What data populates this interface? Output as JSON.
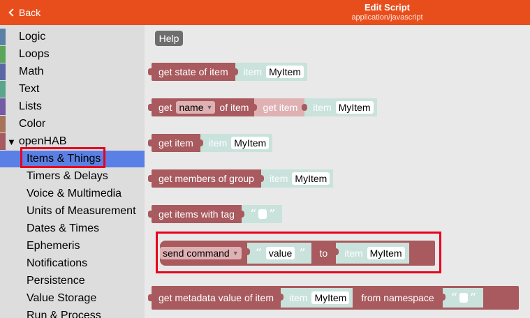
{
  "header": {
    "back_label": "Back",
    "title": "Edit Script",
    "subtitle": "application/javascript",
    "bg_color": "#e84e1c"
  },
  "sidebar": {
    "categories": [
      {
        "label": "Logic",
        "color": "#5b80a5"
      },
      {
        "label": "Loops",
        "color": "#5ba55b"
      },
      {
        "label": "Math",
        "color": "#5b67a5"
      },
      {
        "label": "Text",
        "color": "#5ba58c"
      },
      {
        "label": "Lists",
        "color": "#745ba5"
      },
      {
        "label": "Color",
        "color": "#a5745b"
      },
      {
        "label": "openHAB",
        "color": "#a55b5f"
      }
    ],
    "subcategories": [
      "Items & Things",
      "Timers & Delays",
      "Voice & Multimedia",
      "Units of Measurement",
      "Dates & Times",
      "Ephemeris",
      "Notifications",
      "Persistence",
      "Value Storage",
      "Run & Process"
    ],
    "selected": "Items & Things",
    "selected_color": "#5b80e5"
  },
  "workspace": {
    "help_label": "Help",
    "blocks": {
      "get_state": {
        "label": "get state of item",
        "item_kw": "item",
        "item_val": "MyItem"
      },
      "get_attr": {
        "label1": "get",
        "dropdown": "name",
        "label2": "of item",
        "inner": "get item",
        "item_kw": "item",
        "item_val": "MyItem"
      },
      "get_item": {
        "label": "get item",
        "item_kw": "item",
        "item_val": "MyItem"
      },
      "get_members": {
        "label": "get members of group",
        "item_kw": "item",
        "item_val": "MyItem"
      },
      "get_items_tag": {
        "label": "get items with tag",
        "open_quote": "“",
        "close_quote": "”"
      },
      "send_command": {
        "dropdown": "send command",
        "open_quote": "“",
        "value": "value",
        "close_quote": "”",
        "to_label": "to",
        "item_kw": "item",
        "item_val": "MyItem"
      },
      "get_metadata": {
        "label": "get metadata value of item",
        "item_kw": "item",
        "item_val": "MyItem",
        "from_label": "from namespace",
        "open_quote": "“",
        "close_quote": "”"
      }
    },
    "block_color": "#a85a5e",
    "slot_color": "#c9e2dc",
    "highlight_color": "#e8001c"
  }
}
